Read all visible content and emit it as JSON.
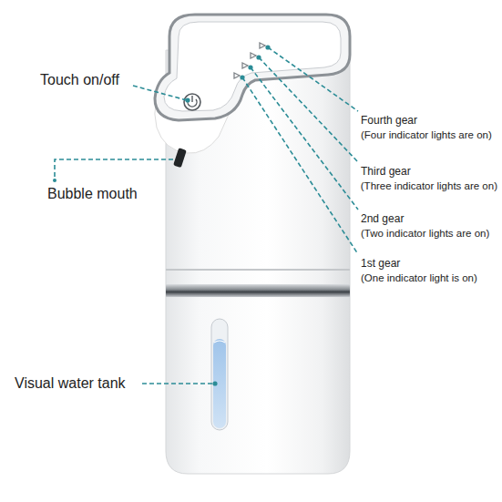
{
  "diagram": {
    "labels": [
      "Touch on/off",
      "Bubble mouth",
      "Fourth gear",
      "(Four indicator lights are on)",
      "Third gear",
      "(Three indicator lights are on)",
      "2nd gear",
      "(Two indicator lights are on)",
      "1st gear",
      "(One indicator light is on)",
      "Visual water tank"
    ]
  }
}
